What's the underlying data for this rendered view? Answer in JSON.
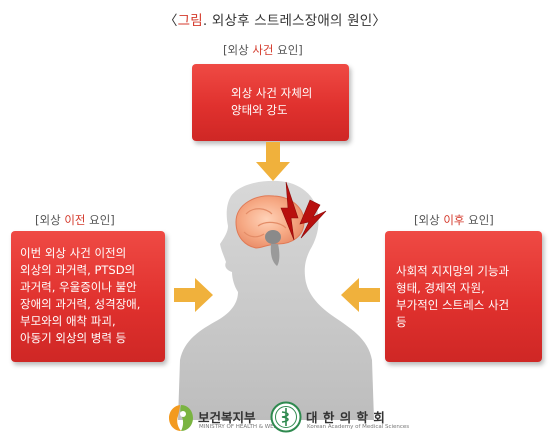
{
  "title": {
    "prefix": "〈",
    "accent": "그림",
    "rest": ". 외상후 스트레스장애의 원인〉"
  },
  "top": {
    "label": {
      "open": "[외상 ",
      "accent": "사건",
      "close": " 요인]"
    },
    "lines": [
      "외상 사건 자체의",
      "양태와 강도"
    ]
  },
  "left": {
    "label": {
      "open": "[외상 ",
      "accent": "이전",
      "close": " 요인]"
    },
    "lines": [
      "이번 외상 사건 이전의",
      "외상의 과거력, PTSD의",
      "과거력, 우울증이나 불안",
      "장애의 과거력, 성격장애,",
      "부모와의 애착 파괴,",
      "아동기 외상의 병력 등"
    ]
  },
  "right": {
    "label": {
      "open": "[외상 ",
      "accent": "이후",
      "close": " 요인]"
    },
    "lines": [
      "사회적 지지망의 기능과",
      "형태, 경제적 자원,",
      "부가적인 스트레스 사건",
      "등"
    ]
  },
  "logos": {
    "ministry": {
      "name": "보건복지부",
      "sub": "MINISTRY OF HEALTH & WELFARE"
    },
    "academy": {
      "name": "대 한 의 학 회",
      "sub": "Korean Academy of Medical Sciences"
    }
  },
  "colors": {
    "accent": "#d43a2c",
    "box": "#e0312e",
    "arrow": "#f0b13c",
    "figure": "#c9c9c9",
    "lightning": "#b8100e"
  }
}
